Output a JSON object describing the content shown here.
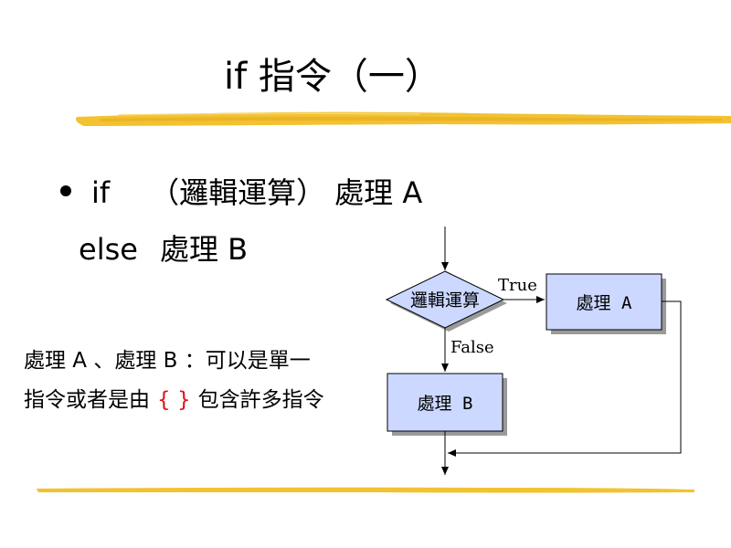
{
  "slide": {
    "title": "if 指令（一）",
    "bullet": {
      "keyword_if": "if",
      "condition": "（邏輯運算）",
      "action_a": "處理 A"
    },
    "else_line": {
      "keyword_else": "else",
      "action_b": "處理 B"
    },
    "note": {
      "line1": "處理 A 、處理 B ：可以是單一",
      "line2_prefix": "指令或者是由",
      "line2_braces": "{ }",
      "line2_suffix": "包含許多指令"
    },
    "flowchart": {
      "decision_label": "邏輯運算",
      "true_label": "True",
      "false_label": "False",
      "box_a_label": "處理 A",
      "box_b_label": "處理 B"
    },
    "colors": {
      "box_fill": "#ccd8ff",
      "stroke_highlight": "#f2c230",
      "shadow": "#9a9a9a",
      "brace_red": "#e01010"
    }
  }
}
